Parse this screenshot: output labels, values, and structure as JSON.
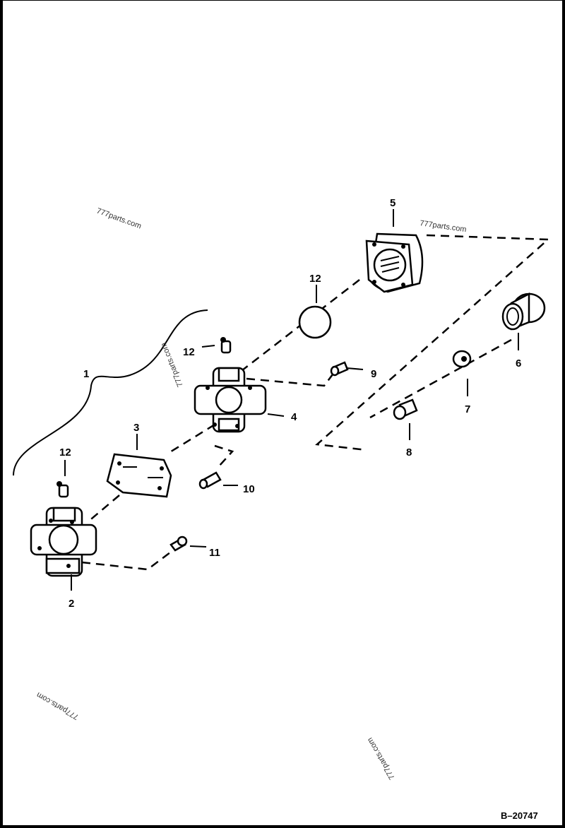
{
  "diagram": {
    "drawing_number": "B–20747",
    "callouts": {
      "c1": "1",
      "c2": "2",
      "c3": "3",
      "c4": "4",
      "c5": "5",
      "c6": "6",
      "c7": "7",
      "c8": "8",
      "c9": "9",
      "c10": "10",
      "c11": "11",
      "c12a": "12",
      "c12b": "12",
      "c12c": "12"
    },
    "watermark": "777parts.com"
  }
}
